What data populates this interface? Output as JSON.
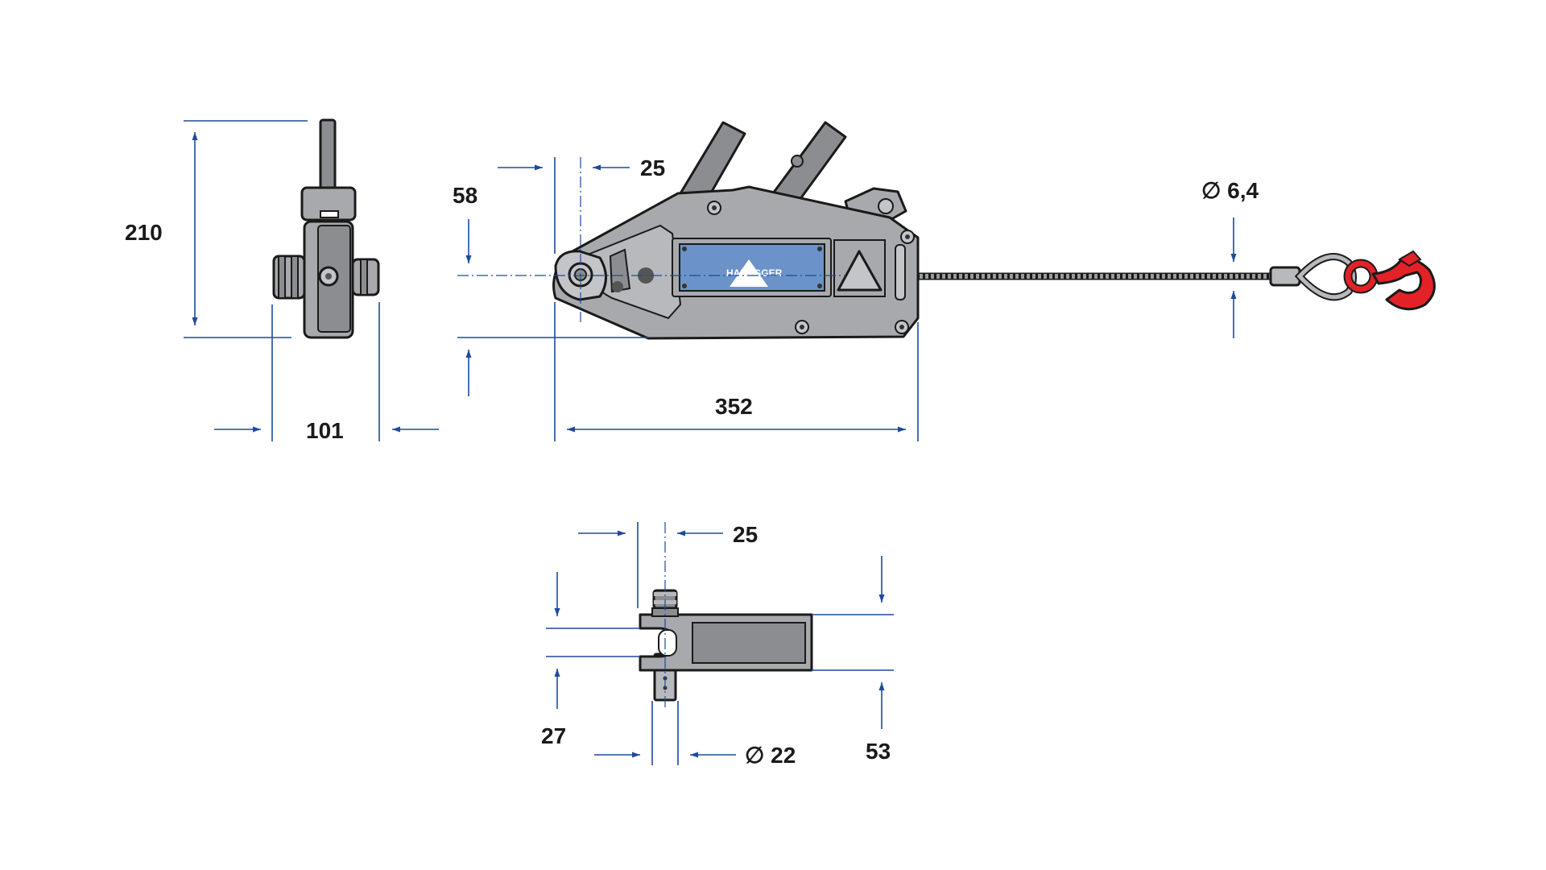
{
  "brand": {
    "name": "HABEGGER",
    "plate_color": "#6b93c9",
    "body_color": "#a8a9ac",
    "hook_color": "#e22227",
    "dimension_color": "#1e4a9a"
  },
  "dimensions": {
    "height_side": "210",
    "width_side": "101",
    "offset_top": "25",
    "axis_height": "58",
    "length": "352",
    "cable_diameter": "∅ 6,4",
    "offset_bottom": "25",
    "pin_offset": "27",
    "pin_diameter": "∅ 22",
    "body_height": "53"
  }
}
